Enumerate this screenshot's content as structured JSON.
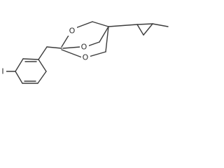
{
  "structure": {
    "atoms": {
      "oxygen_upper": "O",
      "oxygen_middle": "O",
      "oxygen_lower": "O",
      "iodine": "I"
    }
  }
}
